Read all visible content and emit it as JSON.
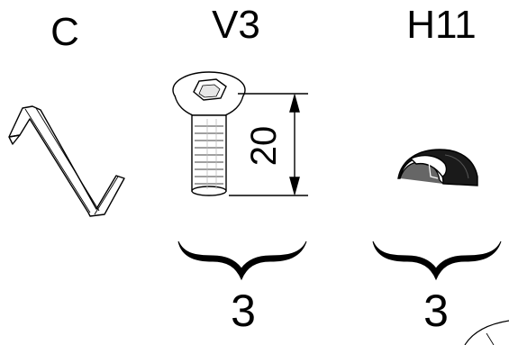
{
  "parts": [
    {
      "code": "C"
    },
    {
      "code": "V3",
      "dimension": "20"
    },
    {
      "code": "H11"
    }
  ],
  "quantities": [
    {
      "part": "V3",
      "count": "3"
    },
    {
      "part": "H11",
      "count": "3"
    }
  ],
  "colors": {
    "line": "#000000",
    "background": "#ffffff",
    "shade_dark": "#1a1a1a",
    "shade_mid": "#555555"
  }
}
